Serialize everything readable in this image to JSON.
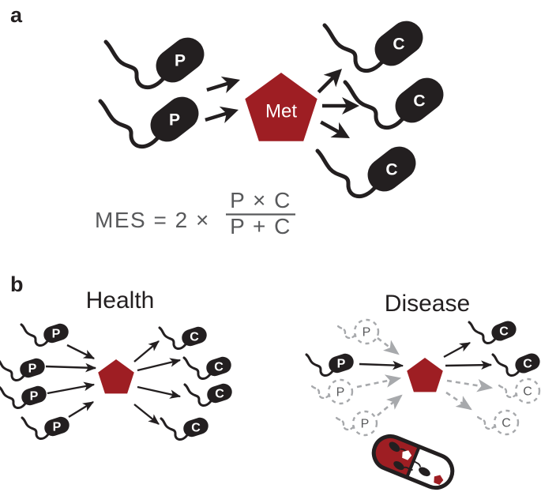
{
  "figure": {
    "panel_a": {
      "label": "a",
      "producers": [
        {
          "label": "P"
        },
        {
          "label": "P"
        }
      ],
      "metabolite_label": "Met",
      "consumers": [
        {
          "label": "C"
        },
        {
          "label": "C"
        },
        {
          "label": "C"
        }
      ],
      "formula": {
        "lhs": "MES = 2 ×",
        "numerator": "P × C",
        "denominator": "P + C"
      }
    },
    "panel_b": {
      "label": "b",
      "health": {
        "title": "Health",
        "producers": [
          {
            "label": "P"
          },
          {
            "label": "P"
          },
          {
            "label": "P"
          },
          {
            "label": "P"
          }
        ],
        "consumers": [
          {
            "label": "C"
          },
          {
            "label": "C"
          },
          {
            "label": "C"
          },
          {
            "label": "C"
          }
        ]
      },
      "disease": {
        "title": "Disease",
        "producers": [
          {
            "label": "P",
            "state": "absent"
          },
          {
            "label": "P",
            "state": "present"
          },
          {
            "label": "P",
            "state": "absent"
          },
          {
            "label": "P",
            "state": "absent"
          }
        ],
        "consumers": [
          {
            "label": "C",
            "state": "present"
          },
          {
            "label": "C",
            "state": "present"
          },
          {
            "label": "C",
            "state": "absent"
          },
          {
            "label": "C",
            "state": "absent"
          }
        ]
      }
    },
    "colors": {
      "metabolite_red": "#9e1e23",
      "ink_black": "#231f20",
      "formula_gray": "#58595b",
      "ghost_gray": "#a7a9ac",
      "background": "#ffffff"
    }
  }
}
